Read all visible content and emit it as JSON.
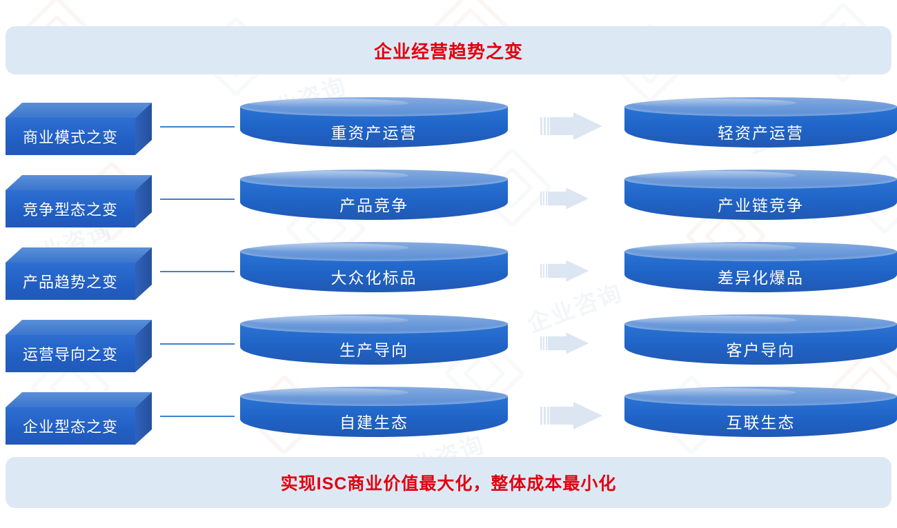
{
  "title": {
    "text": "企业经营趋势之变",
    "color": "#e3000f",
    "banner_color": "#dce9f5"
  },
  "footer": {
    "text": "实现ISC商业价值最大化，整体成本最小化",
    "color": "#e3000f",
    "banner_color": "#dce9f5"
  },
  "colors": {
    "cylinder_body": "#2068c9",
    "cylinder_top": "#6f9cdb",
    "box_front": "#2563c4",
    "box_top": "#4a82d4",
    "box_side": "#24509e",
    "arrow": "#dce6f2",
    "connector": "#3f7fd0"
  },
  "rows": [
    {
      "category": "商业模式之变",
      "from": "重资产运营",
      "to": "轻资产运营",
      "arrow": "right-arrow-icon"
    },
    {
      "category": "竞争型态之变",
      "from": "产品竞争",
      "to": "产业链竞争",
      "arrow": "right-arrow-icon"
    },
    {
      "category": "产品趋势之变",
      "from": "大众化标品",
      "to": "差异化爆品",
      "arrow": "right-arrow-icon"
    },
    {
      "category": "运营导向之变",
      "from": "生产导向",
      "to": "客户导向",
      "arrow": "right-arrow-icon"
    },
    {
      "category": "企业型态之变",
      "from": "自建生态",
      "to": "互联生态",
      "arrow": "right-arrow-icon"
    }
  ]
}
